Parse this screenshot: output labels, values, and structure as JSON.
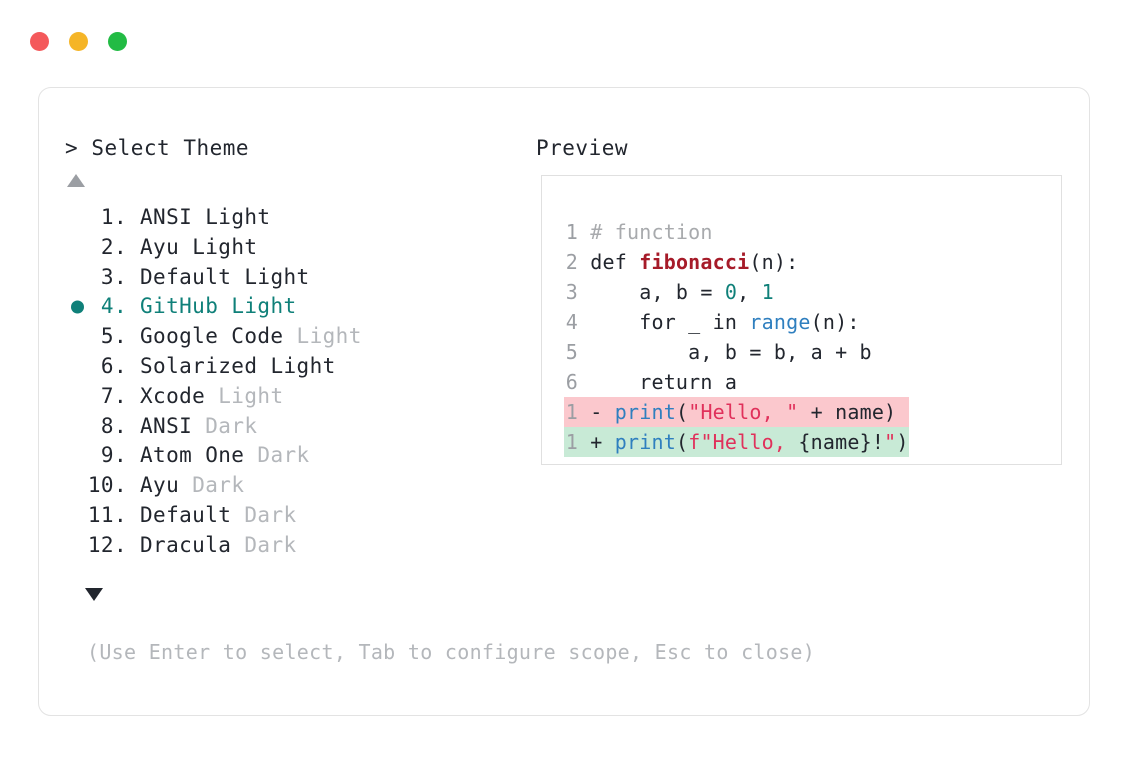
{
  "window": {
    "traffic_lights": [
      {
        "name": "close",
        "color": "#f4595b"
      },
      {
        "name": "minimize",
        "color": "#f5b527"
      },
      {
        "name": "maximize",
        "color": "#22bb44"
      }
    ]
  },
  "prompt": {
    "caret": ">",
    "title": "Select Theme"
  },
  "scroll": {
    "up_icon": "triangle-up-icon",
    "down_icon": "triangle-down-icon"
  },
  "theme_list": {
    "selected_index": 4,
    "items": [
      {
        "num": "1.",
        "name": "ANSI",
        "variant": "Light",
        "variant_dim": false,
        "selected": false
      },
      {
        "num": "2.",
        "name": "Ayu",
        "variant": "Light",
        "variant_dim": false,
        "selected": false
      },
      {
        "num": "3.",
        "name": "Default",
        "variant": "Light",
        "variant_dim": false,
        "selected": false
      },
      {
        "num": "4.",
        "name": "GitHub",
        "variant": "Light",
        "variant_dim": false,
        "selected": true
      },
      {
        "num": "5.",
        "name": "Google Code",
        "variant": "Light",
        "variant_dim": true,
        "selected": false
      },
      {
        "num": "6.",
        "name": "Solarized",
        "variant": "Light",
        "variant_dim": false,
        "selected": false
      },
      {
        "num": "7.",
        "name": "Xcode",
        "variant": "Light",
        "variant_dim": true,
        "selected": false
      },
      {
        "num": "8.",
        "name": "ANSI",
        "variant": "Dark",
        "variant_dim": true,
        "selected": false
      },
      {
        "num": "9.",
        "name": "Atom One",
        "variant": "Dark",
        "variant_dim": true,
        "selected": false
      },
      {
        "num": "10.",
        "name": "Ayu",
        "variant": "Dark",
        "variant_dim": true,
        "selected": false
      },
      {
        "num": "11.",
        "name": "Default",
        "variant": "Dark",
        "variant_dim": true,
        "selected": false
      },
      {
        "num": "12.",
        "name": "Dracula",
        "variant": "Dark",
        "variant_dim": true,
        "selected": false
      }
    ]
  },
  "hint": "(Use Enter to select, Tab to configure scope, Esc to close)",
  "preview": {
    "label": "Preview",
    "code_lines": [
      {
        "n": "1",
        "tokens": [
          {
            "t": "# function",
            "c": "com"
          }
        ]
      },
      {
        "n": "2",
        "tokens": [
          {
            "t": "def ",
            "c": "kw"
          },
          {
            "t": "fibonacci",
            "c": "fn"
          },
          {
            "t": "(n):",
            "c": "txt"
          }
        ]
      },
      {
        "n": "3",
        "tokens": [
          {
            "t": "    a, b = ",
            "c": "txt"
          },
          {
            "t": "0",
            "c": "num"
          },
          {
            "t": ", ",
            "c": "txt"
          },
          {
            "t": "1",
            "c": "num"
          }
        ]
      },
      {
        "n": "4",
        "tokens": [
          {
            "t": "    for _ in ",
            "c": "txt"
          },
          {
            "t": "range",
            "c": "bi"
          },
          {
            "t": "(n):",
            "c": "txt"
          }
        ]
      },
      {
        "n": "5",
        "tokens": [
          {
            "t": "        a, b = b, a + b",
            "c": "txt"
          }
        ]
      },
      {
        "n": "6",
        "tokens": [
          {
            "t": "    return a",
            "c": "txt"
          }
        ]
      }
    ],
    "diff_lines": [
      {
        "n": "1",
        "kind": "del",
        "marker": "-",
        "tokens": [
          {
            "t": "print",
            "c": "bi"
          },
          {
            "t": "(",
            "c": "txt"
          },
          {
            "t": "\"Hello, \"",
            "c": "str"
          },
          {
            "t": " + name)",
            "c": "txt"
          }
        ]
      },
      {
        "n": "1",
        "kind": "add",
        "marker": "+",
        "tokens": [
          {
            "t": "print",
            "c": "bi"
          },
          {
            "t": "(",
            "c": "txt"
          },
          {
            "t": "f\"Hello, ",
            "c": "str"
          },
          {
            "t": "{name}!",
            "c": "txt"
          },
          {
            "t": "\"",
            "c": "str"
          },
          {
            "t": ")",
            "c": "txt"
          }
        ]
      }
    ]
  },
  "colors": {
    "accent_teal": "#0f8079",
    "diff_remove_bg": "#fbc8cd",
    "diff_add_bg": "#c8ead6",
    "text": "#22262e",
    "dim": "#b4b7bb",
    "border": "#e3e3e3"
  }
}
